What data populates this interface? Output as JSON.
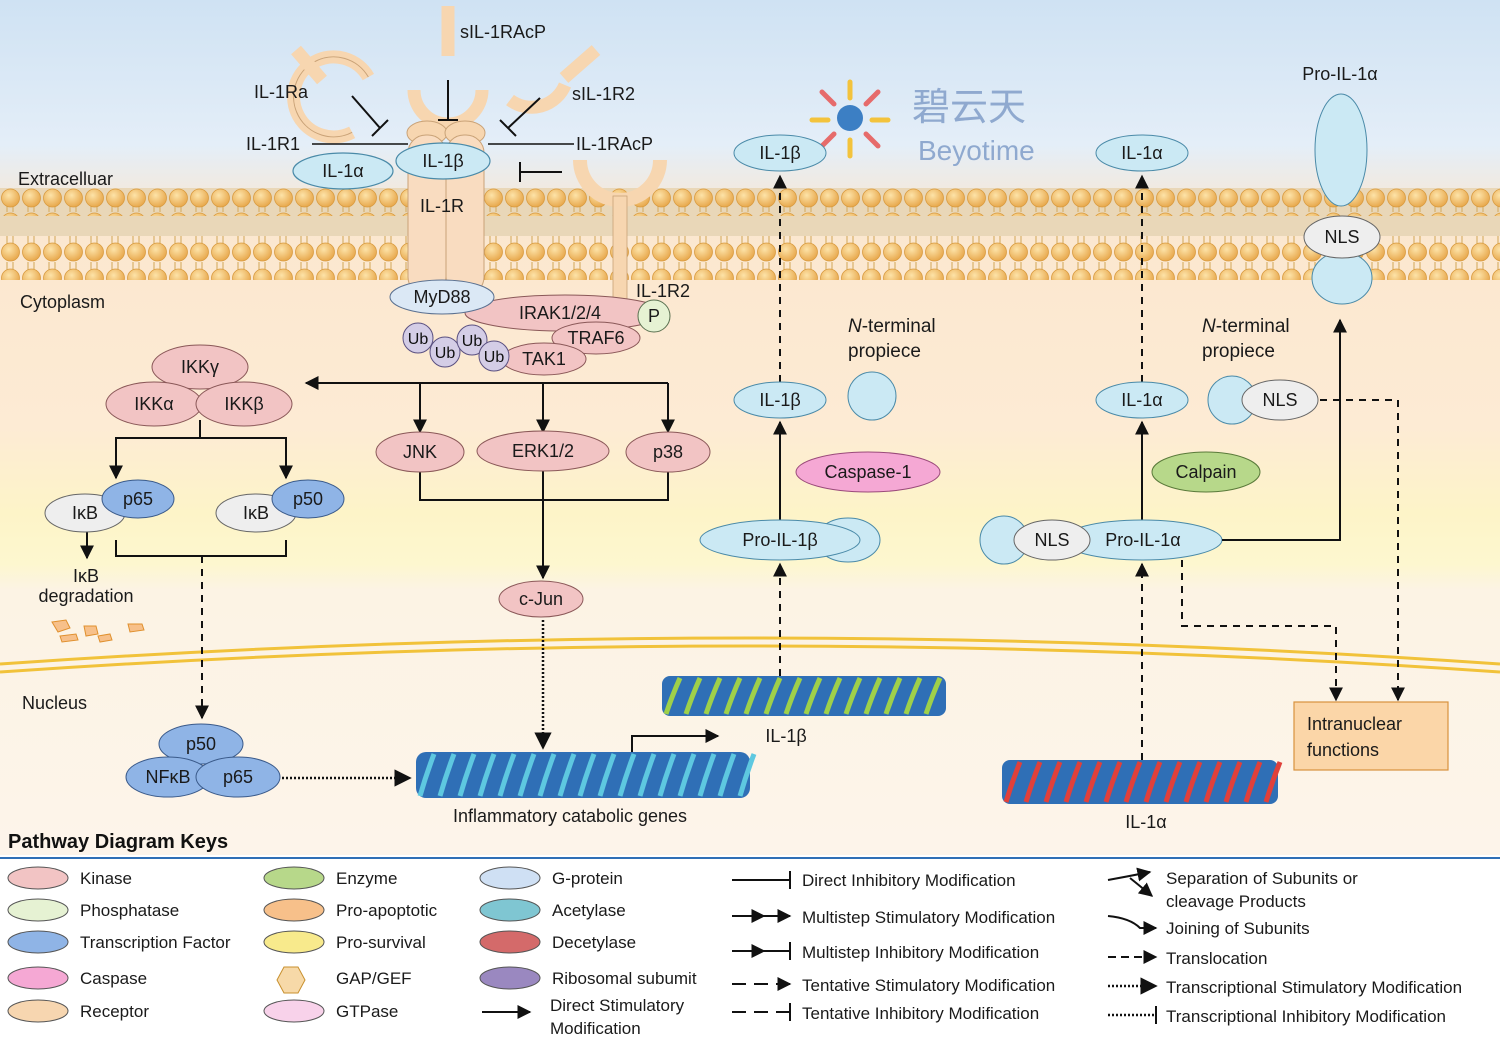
{
  "logo": {
    "cn": "碧云天",
    "en": "Beyotime"
  },
  "regions": {
    "extracellular": "Extracelluar",
    "cytoplasm": "Cytoplasm",
    "nucleus": "Nucleus"
  },
  "receptors": {
    "il1ra": "IL-1Ra",
    "sil1racp": "sIL-1RAcP",
    "sil1r2": "sIL-1R2",
    "il1r1": "IL-1R1",
    "il1racp": "IL-1RAcP",
    "il1r": "IL-1R",
    "il1r2": "IL-1R2"
  },
  "molecules": {
    "il1a_bound": "IL-1α",
    "il1b_bound": "IL-1β",
    "myd88": "MyD88",
    "irak": "IRAK1/2/4",
    "p": "P",
    "traf6": "TRAF6",
    "tak1": "TAK1",
    "ub": "Ub",
    "ikkg": "IKKγ",
    "ikka": "IKKα",
    "ikkb": "IKKβ",
    "ikb": "IκB",
    "p65": "p65",
    "p50": "p50",
    "ikb_deg1": "IκB",
    "ikb_deg2": "degradation",
    "jnk": "JNK",
    "erk": "ERK1/2",
    "p38": "p38",
    "cjun": "c-Jun",
    "nfkb": "NFκB",
    "genes_inflam": "Inflammatory catabolic genes",
    "il1b_out": "IL-1β",
    "il1b_cyt": "IL-1β",
    "pro_il1b": "Pro-IL-1β",
    "caspase1": "Caspase-1",
    "nterm_n": "N",
    "nterm_rest": "-terminal",
    "propiece": "propiece",
    "gene_il1b": "IL-1β",
    "il1a_out": "IL-1α",
    "il1a_cyt": "IL-1α",
    "pro_il1a": "Pro-IL-1α",
    "pro_il1a_top": "Pro-IL-1α",
    "nls": "NLS",
    "calpain": "Calpain",
    "gene_il1a": "IL-1α",
    "intranuclear1": "Intranuclear",
    "intranuclear2": "functions"
  },
  "keys": {
    "title": "Pathway Diagram Keys",
    "col1": [
      "Kinase",
      "Phosphatase",
      "Transcription  Factor",
      "Caspase",
      "Receptor"
    ],
    "col2": [
      "Enzyme",
      "Pro-apoptotic",
      "Pro-survival",
      "GAP/GEF",
      "GTPase"
    ],
    "col3": [
      "G-protein",
      "Acetylase",
      "Decetylase",
      "Ribosomal subumit"
    ],
    "col3_last": [
      "Direct Stimulatory",
      "Modification"
    ],
    "col4": [
      "Direct Inhibitory Modification",
      "Multistep Stimulatory Modification",
      "Multistep Inhibitory Modification",
      "Tentative Stimulatory Modification",
      "Tentative Inhibitory Modification"
    ],
    "col5a": [
      "Separation of Subunits or",
      "cleavage Products"
    ],
    "col5": [
      "Joining of Subunits",
      "Translocation",
      "Transcriptional Stimulatory Modification",
      "Transcriptional Inhibitory Modification"
    ]
  },
  "colors": {
    "kinase": "#f2c4c4",
    "phosphatase": "#e6f2d3",
    "tf": "#8fb4e6",
    "caspase": "#f5a8d4",
    "receptor": "#f7d6b0",
    "enzyme": "#b7d88a",
    "proapop": "#f7c08a",
    "prosurv": "#f8ea8c",
    "gap": "#f7d9a8",
    "gtpase": "#f8d2ea",
    "gprotein": "#cfe0f4",
    "acetylase": "#7fc6d2",
    "decetylase": "#d46a6a",
    "ribosome": "#9a88c0",
    "il1": "#cbe9f4"
  }
}
